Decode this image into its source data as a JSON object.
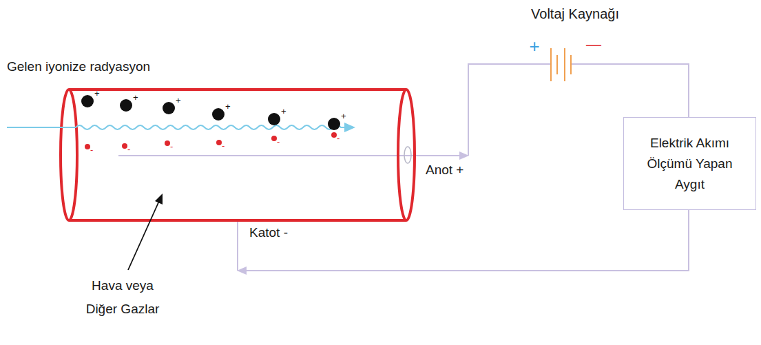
{
  "diagram": {
    "nodes": [
      {
        "text": [
          "Elektrik Akımı Ölçümü Yapan Aygıt"
        ]
      }
    ],
    "labels": [
      "Voltaj Kaynağı",
      "+",
      "—",
      "Gelen iyonize radyasyon",
      "+",
      "+",
      "+",
      "+",
      "+",
      "+",
      "-",
      "-",
      "-",
      "-",
      "-",
      "-",
      "Anot +",
      "Katot -",
      "Hava veya Diğer Gazlar"
    ]
  }
}
